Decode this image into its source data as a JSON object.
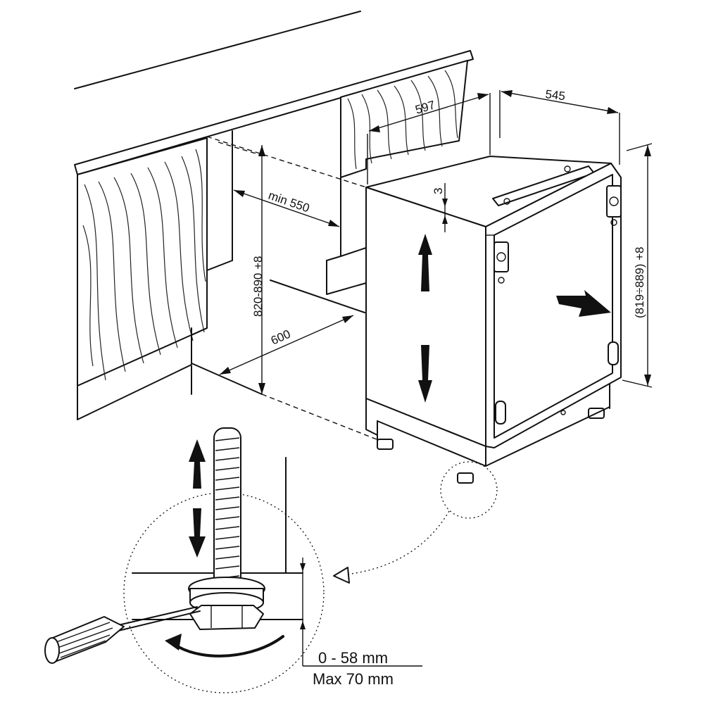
{
  "dimensions": {
    "width_597": "597",
    "depth_545": "545",
    "gap_3": "3",
    "min_depth": "min 550",
    "niche_height": "820-890 +8",
    "niche_depth": "600",
    "appliance_height": "(819÷889) +8"
  },
  "foot": {
    "range": "0 - 58 mm",
    "max": "Max 70 mm"
  }
}
